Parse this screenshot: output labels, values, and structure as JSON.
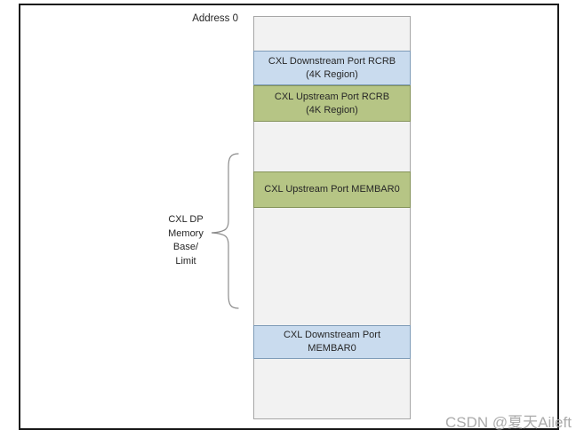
{
  "diagram": {
    "address_label": "Address 0",
    "brace_label_lines": [
      "CXL DP",
      "Memory",
      "Base/",
      "Limit"
    ],
    "watermark": "CSDN @夏天Aileft",
    "colors": {
      "blue": "#c9dbee",
      "blue_border": "#7f9cb8",
      "green": "#b6c585",
      "green_border": "#85935a",
      "column_bg": "#f2f2f2",
      "column_border": "#a6a6a6",
      "frame_border": "#1a1a1a",
      "watermark_color": "#ababab",
      "brace_stroke": "#8c8c8c"
    },
    "regions": [
      {
        "id": "gap-top",
        "type": "empty",
        "height": 38,
        "lines": []
      },
      {
        "id": "downstream-rcrb",
        "type": "blue",
        "height": 39,
        "lines": [
          "CXL Downstream Port RCRB",
          "(4K Region)"
        ]
      },
      {
        "id": "upstream-rcrb",
        "type": "green",
        "height": 41,
        "lines": [
          "CXL Upstream Port RCRB",
          "(4K Region)"
        ]
      },
      {
        "id": "gap-middle-1",
        "type": "empty",
        "height": 56,
        "lines": []
      },
      {
        "id": "upstream-membar0",
        "type": "green",
        "height": 41,
        "lines": [
          "CXL Upstream Port MEMBAR0"
        ]
      },
      {
        "id": "gap-middle-2",
        "type": "empty",
        "height": 132,
        "lines": []
      },
      {
        "id": "downstream-membar0",
        "type": "blue",
        "height": 38,
        "lines": [
          "CXL Downstream Port",
          "MEMBAR0"
        ]
      },
      {
        "id": "gap-bottom",
        "type": "empty",
        "height": 69,
        "lines": []
      }
    ]
  }
}
